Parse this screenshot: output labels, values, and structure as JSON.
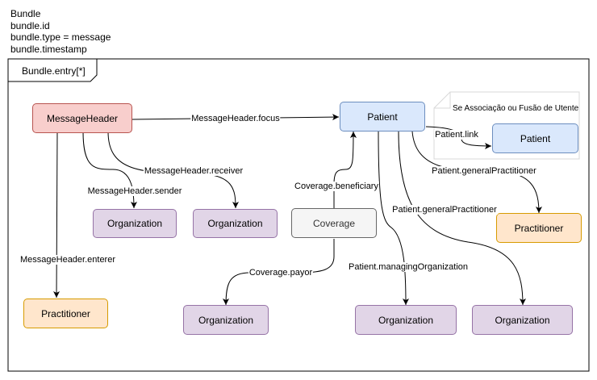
{
  "bundle_header": {
    "line1": "Bundle",
    "line2": "bundle.id",
    "line3": "bundle.type = message",
    "line4": "bundle.timestamp"
  },
  "frame": {
    "title": "Bundle.entry[*]"
  },
  "note": {
    "text": "Se Associação ou Fusão de Utente"
  },
  "nodes": {
    "message_header": "MessageHeader",
    "patient": "Patient",
    "patient_linked": "Patient",
    "org_sender": "Organization",
    "org_receiver": "Organization",
    "coverage": "Coverage",
    "practitioner_general": "Practitioner",
    "practitioner_enterer": "Practitioner",
    "org_payor": "Organization",
    "org_managing": "Organization",
    "org_general": "Organization"
  },
  "edges": {
    "focus": "MessageHeader.focus",
    "receiver": "MessageHeader.receiver",
    "sender": "MessageHeader.sender",
    "enterer": "MessageHeader.enterer",
    "beneficiary": "Coverage.beneficiary",
    "payor": "Coverage.payor",
    "link": "Patient.link",
    "general_practitioner_1": "Patient.generalPractitioner",
    "general_practitioner_2": "Patient.generalPractitioner",
    "managing_organization": "Patient.managingOrganization"
  }
}
